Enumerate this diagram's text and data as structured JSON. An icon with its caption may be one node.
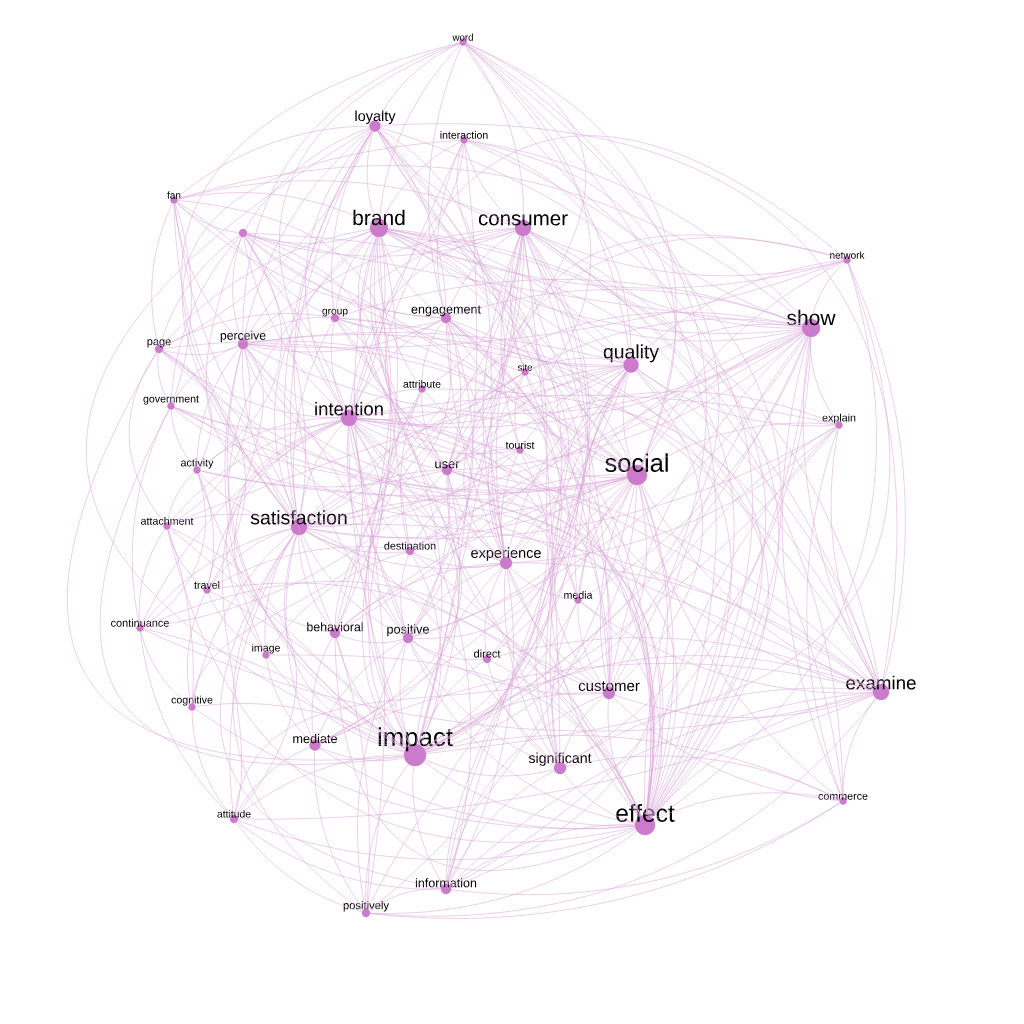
{
  "diagram": {
    "nodes": [
      {
        "text": [
          "word"
        ]
      },
      {
        "text": [
          "loyalty"
        ]
      },
      {
        "text": [
          "interaction"
        ]
      },
      {
        "text": [
          "fan"
        ]
      },
      {
        "text": [],
        "shape": "circle"
      },
      {
        "text": [
          "brand"
        ]
      },
      {
        "text": [
          "consumer"
        ]
      },
      {
        "text": [
          "network"
        ]
      },
      {
        "text": [
          "show"
        ]
      },
      {
        "text": [
          "group"
        ]
      },
      {
        "text": [
          "engagement"
        ]
      },
      {
        "text": [
          "page"
        ]
      },
      {
        "text": [
          "perceive"
        ]
      },
      {
        "text": [
          "quality"
        ]
      },
      {
        "text": [
          "site"
        ]
      },
      {
        "text": [
          "attribute"
        ]
      },
      {
        "text": [
          "government"
        ]
      },
      {
        "text": [
          "intention"
        ]
      },
      {
        "text": [
          "explain"
        ]
      },
      {
        "text": [
          "tourist"
        ]
      },
      {
        "text": [
          "user"
        ]
      },
      {
        "text": [
          "activity"
        ]
      },
      {
        "text": [
          "social"
        ]
      },
      {
        "text": [
          "satisfaction"
        ]
      },
      {
        "text": [
          "attachment"
        ]
      },
      {
        "text": [
          "destination"
        ]
      },
      {
        "text": [
          "experience"
        ]
      },
      {
        "text": [
          "travel"
        ]
      },
      {
        "text": [
          "media"
        ]
      },
      {
        "text": [
          "continuance"
        ]
      },
      {
        "text": [
          "behavioral"
        ]
      },
      {
        "text": [
          "positive"
        ]
      },
      {
        "text": [
          "direct"
        ]
      },
      {
        "text": [
          "image"
        ]
      },
      {
        "text": [
          "customer"
        ]
      },
      {
        "text": [
          "examine"
        ]
      },
      {
        "text": [
          "cognitive"
        ]
      },
      {
        "text": [
          "mediate"
        ]
      },
      {
        "text": [
          "impact"
        ]
      },
      {
        "text": [
          "significant"
        ]
      },
      {
        "text": [
          "commerce"
        ]
      },
      {
        "text": [
          "attitude"
        ]
      },
      {
        "text": [
          "effect"
        ]
      },
      {
        "text": [
          "information"
        ]
      },
      {
        "text": [
          "positively"
        ]
      }
    ],
    "edges": [
      {
        "from": 0,
        "to": 1,
        "arrow": "none"
      },
      {
        "from": 0,
        "to": 5,
        "arrow": "none"
      },
      {
        "from": 0,
        "to": 6,
        "arrow": "none"
      },
      {
        "from": 0,
        "to": 8,
        "arrow": "none"
      },
      {
        "from": 0,
        "to": 10,
        "arrow": "none"
      },
      {
        "from": 0,
        "to": 12,
        "arrow": "none"
      },
      {
        "from": 0,
        "to": 13,
        "arrow": "none"
      },
      {
        "from": 0,
        "to": 17,
        "arrow": "none"
      },
      {
        "from": 0,
        "to": 20,
        "arrow": "none"
      },
      {
        "from": 0,
        "to": 22,
        "arrow": "none"
      },
      {
        "from": 0,
        "to": 23,
        "arrow": "none"
      },
      {
        "from": 0,
        "to": 26,
        "arrow": "none"
      },
      {
        "from": 0,
        "to": 34,
        "arrow": "none"
      },
      {
        "from": 0,
        "to": 38,
        "arrow": "none"
      },
      {
        "from": 0,
        "to": 42,
        "arrow": "none"
      },
      {
        "from": 1,
        "to": 3,
        "arrow": "none"
      },
      {
        "from": 1,
        "to": 4,
        "arrow": "none"
      },
      {
        "from": 1,
        "to": 5,
        "arrow": "none"
      },
      {
        "from": 1,
        "to": 6,
        "arrow": "none"
      },
      {
        "from": 1,
        "to": 8,
        "arrow": "none"
      },
      {
        "from": 1,
        "to": 9,
        "arrow": "none"
      },
      {
        "from": 1,
        "to": 10,
        "arrow": "none"
      },
      {
        "from": 1,
        "to": 11,
        "arrow": "none"
      },
      {
        "from": 1,
        "to": 12,
        "arrow": "none"
      },
      {
        "from": 1,
        "to": 13,
        "arrow": "none"
      },
      {
        "from": 1,
        "to": 17,
        "arrow": "none"
      },
      {
        "from": 1,
        "to": 20,
        "arrow": "none"
      },
      {
        "from": 1,
        "to": 22,
        "arrow": "none"
      },
      {
        "from": 1,
        "to": 23,
        "arrow": "none"
      },
      {
        "from": 1,
        "to": 26,
        "arrow": "none"
      },
      {
        "from": 1,
        "to": 30,
        "arrow": "none"
      },
      {
        "from": 1,
        "to": 31,
        "arrow": "none"
      },
      {
        "from": 1,
        "to": 34,
        "arrow": "none"
      },
      {
        "from": 1,
        "to": 35,
        "arrow": "none"
      },
      {
        "from": 1,
        "to": 38,
        "arrow": "none"
      },
      {
        "from": 1,
        "to": 42,
        "arrow": "none"
      },
      {
        "from": 2,
        "to": 5,
        "arrow": "none"
      },
      {
        "from": 2,
        "to": 6,
        "arrow": "none"
      },
      {
        "from": 2,
        "to": 8,
        "arrow": "none"
      },
      {
        "from": 2,
        "to": 10,
        "arrow": "none"
      },
      {
        "from": 2,
        "to": 13,
        "arrow": "none"
      },
      {
        "from": 2,
        "to": 17,
        "arrow": "none"
      },
      {
        "from": 2,
        "to": 20,
        "arrow": "none"
      },
      {
        "from": 2,
        "to": 22,
        "arrow": "none"
      },
      {
        "from": 2,
        "to": 23,
        "arrow": "none"
      },
      {
        "from": 2,
        "to": 26,
        "arrow": "none"
      },
      {
        "from": 2,
        "to": 38,
        "arrow": "none"
      },
      {
        "from": 2,
        "to": 42,
        "arrow": "none"
      },
      {
        "from": 3,
        "to": 4,
        "arrow": "none"
      },
      {
        "from": 3,
        "to": 5,
        "arrow": "none"
      },
      {
        "from": 3,
        "to": 6,
        "arrow": "none"
      },
      {
        "from": 3,
        "to": 8,
        "arrow": "none"
      },
      {
        "from": 3,
        "to": 10,
        "arrow": "none"
      },
      {
        "from": 3,
        "to": 11,
        "arrow": "none"
      },
      {
        "from": 3,
        "to": 12,
        "arrow": "none"
      },
      {
        "from": 3,
        "to": 16,
        "arrow": "none"
      },
      {
        "from": 3,
        "to": 17,
        "arrow": "none"
      },
      {
        "from": 3,
        "to": 22,
        "arrow": "none"
      },
      {
        "from": 3,
        "to": 23,
        "arrow": "none"
      },
      {
        "from": 3,
        "to": 38,
        "arrow": "none"
      },
      {
        "from": 4,
        "to": 5,
        "arrow": "none"
      },
      {
        "from": 4,
        "to": 6,
        "arrow": "none"
      },
      {
        "from": 4,
        "to": 8,
        "arrow": "none"
      },
      {
        "from": 4,
        "to": 9,
        "arrow": "none"
      },
      {
        "from": 4,
        "to": 10,
        "arrow": "none"
      },
      {
        "from": 4,
        "to": 11,
        "arrow": "none"
      },
      {
        "from": 4,
        "to": 12,
        "arrow": "none"
      },
      {
        "from": 4,
        "to": 13,
        "arrow": "none"
      },
      {
        "from": 4,
        "to": 16,
        "arrow": "none"
      },
      {
        "from": 4,
        "to": 17,
        "arrow": "none"
      },
      {
        "from": 4,
        "to": 20,
        "arrow": "none"
      },
      {
        "from": 4,
        "to": 21,
        "arrow": "none"
      },
      {
        "from": 4,
        "to": 22,
        "arrow": "none"
      },
      {
        "from": 4,
        "to": 23,
        "arrow": "none"
      },
      {
        "from": 4,
        "to": 38,
        "arrow": "none"
      },
      {
        "from": 4,
        "to": 42,
        "arrow": "none"
      },
      {
        "from": 5,
        "to": 6,
        "arrow": "none"
      },
      {
        "from": 5,
        "to": 7,
        "arrow": "none"
      },
      {
        "from": 5,
        "to": 8,
        "arrow": "none"
      },
      {
        "from": 5,
        "to": 9,
        "arrow": "none"
      },
      {
        "from": 5,
        "to": 10,
        "arrow": "none"
      },
      {
        "from": 5,
        "to": 11,
        "arrow": "none"
      },
      {
        "from": 5,
        "to": 12,
        "arrow": "none"
      },
      {
        "from": 5,
        "to": 13,
        "arrow": "none"
      },
      {
        "from": 5,
        "to": 14,
        "arrow": "none"
      },
      {
        "from": 5,
        "to": 15,
        "arrow": "none"
      },
      {
        "from": 5,
        "to": 17,
        "arrow": "none"
      },
      {
        "from": 5,
        "to": 19,
        "arrow": "none"
      },
      {
        "from": 5,
        "to": 20,
        "arrow": "none"
      },
      {
        "from": 5,
        "to": 22,
        "arrow": "none"
      },
      {
        "from": 5,
        "to": 23,
        "arrow": "none"
      },
      {
        "from": 5,
        "to": 25,
        "arrow": "none"
      },
      {
        "from": 5,
        "to": 26,
        "arrow": "none"
      },
      {
        "from": 5,
        "to": 30,
        "arrow": "none"
      },
      {
        "from": 5,
        "to": 31,
        "arrow": "none"
      },
      {
        "from": 5,
        "to": 34,
        "arrow": "none"
      },
      {
        "from": 5,
        "to": 35,
        "arrow": "none"
      },
      {
        "from": 5,
        "to": 37,
        "arrow": "none"
      },
      {
        "from": 5,
        "to": 38,
        "arrow": "none"
      },
      {
        "from": 5,
        "to": 39,
        "arrow": "none"
      },
      {
        "from": 5,
        "to": 42,
        "arrow": "none"
      },
      {
        "from": 5,
        "to": 44,
        "arrow": "none"
      },
      {
        "from": 6,
        "to": 7,
        "arrow": "none"
      },
      {
        "from": 6,
        "to": 8,
        "arrow": "none"
      },
      {
        "from": 6,
        "to": 9,
        "arrow": "none"
      },
      {
        "from": 6,
        "to": 10,
        "arrow": "none"
      },
      {
        "from": 6,
        "to": 12,
        "arrow": "none"
      },
      {
        "from": 6,
        "to": 13,
        "arrow": "none"
      },
      {
        "from": 6,
        "to": 14,
        "arrow": "none"
      },
      {
        "from": 6,
        "to": 15,
        "arrow": "none"
      },
      {
        "from": 6,
        "to": 17,
        "arrow": "none"
      },
      {
        "from": 6,
        "to": 19,
        "arrow": "none"
      },
      {
        "from": 6,
        "to": 20,
        "arrow": "none"
      },
      {
        "from": 6,
        "to": 22,
        "arrow": "none"
      },
      {
        "from": 6,
        "to": 23,
        "arrow": "none"
      },
      {
        "from": 6,
        "to": 26,
        "arrow": "none"
      },
      {
        "from": 6,
        "to": 28,
        "arrow": "none"
      },
      {
        "from": 6,
        "to": 31,
        "arrow": "none"
      },
      {
        "from": 6,
        "to": 32,
        "arrow": "none"
      },
      {
        "from": 6,
        "to": 34,
        "arrow": "none"
      },
      {
        "from": 6,
        "to": 35,
        "arrow": "none"
      },
      {
        "from": 6,
        "to": 38,
        "arrow": "none"
      },
      {
        "from": 6,
        "to": 39,
        "arrow": "none"
      },
      {
        "from": 6,
        "to": 40,
        "arrow": "none"
      },
      {
        "from": 6,
        "to": 42,
        "arrow": "none"
      },
      {
        "from": 6,
        "to": 43,
        "arrow": "none"
      },
      {
        "from": 7,
        "to": 8,
        "arrow": "none"
      },
      {
        "from": 7,
        "to": 12,
        "arrow": "none"
      },
      {
        "from": 7,
        "to": 13,
        "arrow": "none"
      },
      {
        "from": 7,
        "to": 17,
        "arrow": "none"
      },
      {
        "from": 7,
        "to": 20,
        "arrow": "none"
      },
      {
        "from": 7,
        "to": 22,
        "arrow": "none"
      },
      {
        "from": 7,
        "to": 26,
        "arrow": "none"
      },
      {
        "from": 7,
        "to": 35,
        "arrow": "none"
      },
      {
        "from": 7,
        "to": 38,
        "arrow": "none"
      },
      {
        "from": 7,
        "to": 42,
        "arrow": "none"
      },
      {
        "from": 8,
        "to": 9,
        "arrow": "none"
      },
      {
        "from": 8,
        "to": 10,
        "arrow": "none"
      },
      {
        "from": 8,
        "to": 12,
        "arrow": "none"
      },
      {
        "from": 8,
        "to": 13,
        "arrow": "none"
      },
      {
        "from": 8,
        "to": 14,
        "arrow": "none"
      },
      {
        "from": 8,
        "to": 17,
        "arrow": "none"
      },
      {
        "from": 8,
        "to": 18,
        "arrow": "none"
      },
      {
        "from": 8,
        "to": 20,
        "arrow": "none"
      },
      {
        "from": 8,
        "to": 22,
        "arrow": "none"
      },
      {
        "from": 8,
        "to": 23,
        "arrow": "none"
      },
      {
        "from": 8,
        "to": 25,
        "arrow": "none"
      },
      {
        "from": 8,
        "to": 26,
        "arrow": "none"
      },
      {
        "from": 8,
        "to": 28,
        "arrow": "none"
      },
      {
        "from": 8,
        "to": 30,
        "arrow": "none"
      },
      {
        "from": 8,
        "to": 31,
        "arrow": "none"
      },
      {
        "from": 8,
        "to": 34,
        "arrow": "none"
      },
      {
        "from": 8,
        "to": 35,
        "arrow": "none"
      },
      {
        "from": 8,
        "to": 38,
        "arrow": "none"
      },
      {
        "from": 8,
        "to": 39,
        "arrow": "none"
      },
      {
        "from": 8,
        "to": 40,
        "arrow": "none"
      },
      {
        "from": 8,
        "to": 42,
        "arrow": "none"
      },
      {
        "from": 8,
        "to": 43,
        "arrow": "none"
      },
      {
        "from": 9,
        "to": 10,
        "arrow": "none"
      },
      {
        "from": 9,
        "to": 11,
        "arrow": "none"
      },
      {
        "from": 9,
        "to": 12,
        "arrow": "none"
      },
      {
        "from": 9,
        "to": 17,
        "arrow": "none"
      },
      {
        "from": 9,
        "to": 20,
        "arrow": "none"
      },
      {
        "from": 9,
        "to": 22,
        "arrow": "none"
      },
      {
        "from": 9,
        "to": 23,
        "arrow": "none"
      },
      {
        "from": 9,
        "to": 26,
        "arrow": "none"
      },
      {
        "from": 9,
        "to": 30,
        "arrow": "none"
      },
      {
        "from": 9,
        "to": 38,
        "arrow": "none"
      },
      {
        "from": 9,
        "to": 42,
        "arrow": "none"
      },
      {
        "from": 10,
        "to": 12,
        "arrow": "none"
      },
      {
        "from": 10,
        "to": 13,
        "arrow": "none"
      },
      {
        "from": 10,
        "to": 14,
        "arrow": "none"
      },
      {
        "from": 10,
        "to": 15,
        "arrow": "none"
      },
      {
        "from": 10,
        "to": 17,
        "arrow": "none"
      },
      {
        "from": 10,
        "to": 20,
        "arrow": "none"
      },
      {
        "from": 10,
        "to": 22,
        "arrow": "none"
      },
      {
        "from": 10,
        "to": 23,
        "arrow": "none"
      },
      {
        "from": 10,
        "to": 26,
        "arrow": "none"
      },
      {
        "from": 10,
        "to": 31,
        "arrow": "none"
      },
      {
        "from": 10,
        "to": 34,
        "arrow": "none"
      },
      {
        "from": 10,
        "to": 35,
        "arrow": "none"
      },
      {
        "from": 10,
        "to": 38,
        "arrow": "none"
      },
      {
        "from": 10,
        "to": 42,
        "arrow": "none"
      },
      {
        "from": 10,
        "to": 43,
        "arrow": "none"
      },
      {
        "from": 11,
        "to": 12,
        "arrow": "none"
      },
      {
        "from": 11,
        "to": 16,
        "arrow": "none"
      },
      {
        "from": 11,
        "to": 17,
        "arrow": "none"
      },
      {
        "from": 11,
        "to": 21,
        "arrow": "none"
      },
      {
        "from": 11,
        "to": 22,
        "arrow": "none"
      },
      {
        "from": 11,
        "to": 23,
        "arrow": "none"
      },
      {
        "from": 11,
        "to": 24,
        "arrow": "none"
      },
      {
        "from": 11,
        "to": 27,
        "arrow": "none"
      },
      {
        "from": 11,
        "to": 38,
        "arrow": "none"
      },
      {
        "from": 11,
        "to": 42,
        "arrow": "none"
      },
      {
        "from": 12,
        "to": 13,
        "arrow": "none"
      },
      {
        "from": 12,
        "to": 16,
        "arrow": "none"
      },
      {
        "from": 12,
        "to": 17,
        "arrow": "none"
      },
      {
        "from": 12,
        "to": 20,
        "arrow": "none"
      },
      {
        "from": 12,
        "to": 21,
        "arrow": "none"
      },
      {
        "from": 12,
        "to": 22,
        "arrow": "none"
      },
      {
        "from": 12,
        "to": 23,
        "arrow": "none"
      },
      {
        "from": 12,
        "to": 24,
        "arrow": "none"
      },
      {
        "from": 12,
        "to": 26,
        "arrow": "none"
      },
      {
        "from": 12,
        "to": 30,
        "arrow": "none"
      },
      {
        "from": 12,
        "to": 31,
        "arrow": "none"
      },
      {
        "from": 12,
        "to": 33,
        "arrow": "none"
      },
      {
        "from": 12,
        "to": 35,
        "arrow": "none"
      },
      {
        "from": 12,
        "to": 38,
        "arrow": "none"
      },
      {
        "from": 12,
        "to": 42,
        "arrow": "none"
      },
      {
        "from": 13,
        "to": 14,
        "arrow": "none"
      },
      {
        "from": 13,
        "to": 17,
        "arrow": "none"
      },
      {
        "from": 13,
        "to": 18,
        "arrow": "none"
      },
      {
        "from": 13,
        "to": 19,
        "arrow": "none"
      },
      {
        "from": 13,
        "to": 20,
        "arrow": "none"
      },
      {
        "from": 13,
        "to": 22,
        "arrow": "none"
      },
      {
        "from": 13,
        "to": 23,
        "arrow": "none"
      },
      {
        "from": 13,
        "to": 24,
        "arrow": "none"
      },
      {
        "from": 13,
        "to": 25,
        "arrow": "none"
      },
      {
        "from": 13,
        "to": 26,
        "arrow": "none"
      },
      {
        "from": 13,
        "to": 28,
        "arrow": "none"
      },
      {
        "from": 13,
        "to": 30,
        "arrow": "none"
      },
      {
        "from": 13,
        "to": 31,
        "arrow": "none"
      },
      {
        "from": 13,
        "to": 34,
        "arrow": "none"
      },
      {
        "from": 13,
        "to": 35,
        "arrow": "none"
      },
      {
        "from": 13,
        "to": 38,
        "arrow": "none"
      },
      {
        "from": 13,
        "to": 39,
        "arrow": "none"
      },
      {
        "from": 13,
        "to": 40,
        "arrow": "none"
      },
      {
        "from": 13,
        "to": 42,
        "arrow": "none"
      },
      {
        "from": 13,
        "to": 43,
        "arrow": "none"
      },
      {
        "from": 14,
        "to": 17,
        "arrow": "none"
      },
      {
        "from": 14,
        "to": 19,
        "arrow": "none"
      },
      {
        "from": 14,
        "to": 20,
        "arrow": "none"
      },
      {
        "from": 14,
        "to": 22,
        "arrow": "none"
      },
      {
        "from": 14,
        "to": 26,
        "arrow": "none"
      },
      {
        "from": 14,
        "to": 35,
        "arrow": "none"
      },
      {
        "from": 14,
        "to": 38,
        "arrow": "none"
      },
      {
        "from": 14,
        "to": 42,
        "arrow": "none"
      },
      {
        "from": 15,
        "to": 17,
        "arrow": "none"
      },
      {
        "from": 15,
        "to": 20,
        "arrow": "none"
      },
      {
        "from": 15,
        "to": 23,
        "arrow": "none"
      },
      {
        "from": 15,
        "to": 25,
        "arrow": "none"
      },
      {
        "from": 15,
        "to": 26,
        "arrow": "none"
      },
      {
        "from": 15,
        "to": 38,
        "arrow": "none"
      },
      {
        "from": 15,
        "to": 42,
        "arrow": "none"
      },
      {
        "from": 16,
        "to": 17,
        "arrow": "none"
      },
      {
        "from": 16,
        "to": 21,
        "arrow": "none"
      },
      {
        "from": 16,
        "to": 22,
        "arrow": "none"
      },
      {
        "from": 16,
        "to": 23,
        "arrow": "none"
      },
      {
        "from": 16,
        "to": 29,
        "arrow": "none"
      },
      {
        "from": 16,
        "to": 35,
        "arrow": "none"
      },
      {
        "from": 16,
        "to": 38,
        "arrow": "none"
      },
      {
        "from": 16,
        "to": 42,
        "arrow": "none"
      },
      {
        "from": 17,
        "to": 18,
        "arrow": "none"
      },
      {
        "from": 17,
        "to": 19,
        "arrow": "none"
      },
      {
        "from": 17,
        "to": 20,
        "arrow": "none"
      },
      {
        "from": 17,
        "to": 21,
        "arrow": "none"
      },
      {
        "from": 17,
        "to": 22,
        "arrow": "none"
      },
      {
        "from": 17,
        "to": 23,
        "arrow": "none"
      },
      {
        "from": 17,
        "to": 24,
        "arrow": "none"
      },
      {
        "from": 17,
        "to": 25,
        "arrow": "none"
      },
      {
        "from": 17,
        "to": 26,
        "arrow": "none"
      },
      {
        "from": 17,
        "to": 27,
        "arrow": "none"
      },
      {
        "from": 17,
        "to": 28,
        "arrow": "none"
      },
      {
        "from": 17,
        "to": 29,
        "arrow": "none"
      },
      {
        "from": 17,
        "to": 30,
        "arrow": "none"
      },
      {
        "from": 17,
        "to": 31,
        "arrow": "none"
      },
      {
        "from": 17,
        "to": 33,
        "arrow": "none"
      },
      {
        "from": 17,
        "to": 34,
        "arrow": "none"
      },
      {
        "from": 17,
        "to": 35,
        "arrow": "none"
      },
      {
        "from": 17,
        "to": 36,
        "arrow": "none"
      },
      {
        "from": 17,
        "to": 37,
        "arrow": "none"
      },
      {
        "from": 17,
        "to": 38,
        "arrow": "none"
      },
      {
        "from": 17,
        "to": 39,
        "arrow": "none"
      },
      {
        "from": 17,
        "to": 41,
        "arrow": "none"
      },
      {
        "from": 17,
        "to": 42,
        "arrow": "none"
      },
      {
        "from": 17,
        "to": 43,
        "arrow": "none"
      },
      {
        "from": 17,
        "to": 44,
        "arrow": "none"
      },
      {
        "from": 18,
        "to": 20,
        "arrow": "none"
      },
      {
        "from": 18,
        "to": 22,
        "arrow": "none"
      },
      {
        "from": 18,
        "to": 23,
        "arrow": "none"
      },
      {
        "from": 18,
        "to": 26,
        "arrow": "none"
      },
      {
        "from": 18,
        "to": 34,
        "arrow": "none"
      },
      {
        "from": 18,
        "to": 35,
        "arrow": "none"
      },
      {
        "from": 18,
        "to": 38,
        "arrow": "none"
      },
      {
        "from": 18,
        "to": 40,
        "arrow": "none"
      },
      {
        "from": 18,
        "to": 42,
        "arrow": "none"
      },
      {
        "from": 19,
        "to": 20,
        "arrow": "none"
      },
      {
        "from": 19,
        "to": 22,
        "arrow": "none"
      },
      {
        "from": 19,
        "to": 23,
        "arrow": "none"
      },
      {
        "from": 19,
        "to": 25,
        "arrow": "none"
      },
      {
        "from": 19,
        "to": 26,
        "arrow": "none"
      },
      {
        "from": 19,
        "to": 38,
        "arrow": "none"
      },
      {
        "from": 19,
        "to": 42,
        "arrow": "none"
      },
      {
        "from": 20,
        "to": 22,
        "arrow": "none"
      },
      {
        "from": 20,
        "to": 23,
        "arrow": "none"
      },
      {
        "from": 20,
        "to": 26,
        "arrow": "none"
      },
      {
        "from": 20,
        "to": 28,
        "arrow": "none"
      },
      {
        "from": 20,
        "to": 29,
        "arrow": "none"
      },
      {
        "from": 20,
        "to": 31,
        "arrow": "none"
      },
      {
        "from": 20,
        "to": 34,
        "arrow": "none"
      },
      {
        "from": 20,
        "to": 35,
        "arrow": "none"
      },
      {
        "from": 20,
        "to": 38,
        "arrow": "none"
      },
      {
        "from": 20,
        "to": 42,
        "arrow": "none"
      },
      {
        "from": 21,
        "to": 22,
        "arrow": "none"
      },
      {
        "from": 21,
        "to": 23,
        "arrow": "none"
      },
      {
        "from": 21,
        "to": 24,
        "arrow": "none"
      },
      {
        "from": 21,
        "to": 27,
        "arrow": "none"
      },
      {
        "from": 21,
        "to": 29,
        "arrow": "none"
      },
      {
        "from": 21,
        "to": 38,
        "arrow": "none"
      },
      {
        "from": 21,
        "to": 42,
        "arrow": "none"
      },
      {
        "from": 22,
        "to": 23,
        "arrow": "none"
      },
      {
        "from": 22,
        "to": 25,
        "arrow": "none"
      },
      {
        "from": 22,
        "to": 26,
        "arrow": "none"
      },
      {
        "from": 22,
        "to": 28,
        "arrow": "none"
      },
      {
        "from": 22,
        "to": 30,
        "arrow": "none"
      },
      {
        "from": 22,
        "to": 31,
        "arrow": "none"
      },
      {
        "from": 22,
        "to": 32,
        "arrow": "none"
      },
      {
        "from": 22,
        "to": 34,
        "arrow": "none"
      },
      {
        "from": 22,
        "to": 35,
        "arrow": "none"
      },
      {
        "from": 22,
        "to": 37,
        "arrow": "none"
      },
      {
        "from": 22,
        "to": 38,
        "arrow": "none"
      },
      {
        "from": 22,
        "to": 39,
        "arrow": "none"
      },
      {
        "from": 22,
        "to": 40,
        "arrow": "none"
      },
      {
        "from": 22,
        "to": 41,
        "arrow": "none"
      },
      {
        "from": 22,
        "to": 42,
        "arrow": "none"
      },
      {
        "from": 22,
        "to": 43,
        "arrow": "none"
      },
      {
        "from": 22,
        "to": 44,
        "arrow": "none"
      },
      {
        "from": 23,
        "to": 24,
        "arrow": "none"
      },
      {
        "from": 23,
        "to": 25,
        "arrow": "none"
      },
      {
        "from": 23,
        "to": 26,
        "arrow": "none"
      },
      {
        "from": 23,
        "to": 27,
        "arrow": "none"
      },
      {
        "from": 23,
        "to": 29,
        "arrow": "none"
      },
      {
        "from": 23,
        "to": 30,
        "arrow": "none"
      },
      {
        "from": 23,
        "to": 31,
        "arrow": "none"
      },
      {
        "from": 23,
        "to": 33,
        "arrow": "none"
      },
      {
        "from": 23,
        "to": 34,
        "arrow": "none"
      },
      {
        "from": 23,
        "to": 35,
        "arrow": "none"
      },
      {
        "from": 23,
        "to": 36,
        "arrow": "none"
      },
      {
        "from": 23,
        "to": 37,
        "arrow": "none"
      },
      {
        "from": 23,
        "to": 38,
        "arrow": "none"
      },
      {
        "from": 23,
        "to": 39,
        "arrow": "none"
      },
      {
        "from": 23,
        "to": 41,
        "arrow": "none"
      },
      {
        "from": 23,
        "to": 42,
        "arrow": "none"
      },
      {
        "from": 23,
        "to": 43,
        "arrow": "none"
      },
      {
        "from": 23,
        "to": 44,
        "arrow": "none"
      },
      {
        "from": 24,
        "to": 27,
        "arrow": "none"
      },
      {
        "from": 24,
        "to": 29,
        "arrow": "none"
      },
      {
        "from": 24,
        "to": 36,
        "arrow": "none"
      },
      {
        "from": 24,
        "to": 38,
        "arrow": "none"
      },
      {
        "from": 24,
        "to": 41,
        "arrow": "none"
      },
      {
        "from": 24,
        "to": 42,
        "arrow": "none"
      },
      {
        "from": 25,
        "to": 26,
        "arrow": "none"
      },
      {
        "from": 25,
        "to": 27,
        "arrow": "none"
      },
      {
        "from": 25,
        "to": 31,
        "arrow": "none"
      },
      {
        "from": 25,
        "to": 33,
        "arrow": "none"
      },
      {
        "from": 25,
        "to": 38,
        "arrow": "none"
      },
      {
        "from": 25,
        "to": 42,
        "arrow": "none"
      },
      {
        "from": 26,
        "to": 28,
        "arrow": "none"
      },
      {
        "from": 26,
        "to": 30,
        "arrow": "none"
      },
      {
        "from": 26,
        "to": 31,
        "arrow": "none"
      },
      {
        "from": 26,
        "to": 32,
        "arrow": "none"
      },
      {
        "from": 26,
        "to": 34,
        "arrow": "none"
      },
      {
        "from": 26,
        "to": 35,
        "arrow": "none"
      },
      {
        "from": 26,
        "to": 38,
        "arrow": "none"
      },
      {
        "from": 26,
        "to": 39,
        "arrow": "none"
      },
      {
        "from": 26,
        "to": 42,
        "arrow": "none"
      },
      {
        "from": 26,
        "to": 43,
        "arrow": "none"
      },
      {
        "from": 27,
        "to": 33,
        "arrow": "none"
      },
      {
        "from": 27,
        "to": 36,
        "arrow": "none"
      },
      {
        "from": 27,
        "to": 38,
        "arrow": "none"
      },
      {
        "from": 27,
        "to": 42,
        "arrow": "none"
      },
      {
        "from": 28,
        "to": 34,
        "arrow": "none"
      },
      {
        "from": 28,
        "to": 35,
        "arrow": "none"
      },
      {
        "from": 28,
        "to": 38,
        "arrow": "none"
      },
      {
        "from": 28,
        "to": 39,
        "arrow": "none"
      },
      {
        "from": 28,
        "to": 42,
        "arrow": "none"
      },
      {
        "from": 29,
        "to": 35,
        "arrow": "none"
      },
      {
        "from": 29,
        "to": 36,
        "arrow": "none"
      },
      {
        "from": 29,
        "to": 38,
        "arrow": "none"
      },
      {
        "from": 29,
        "to": 41,
        "arrow": "none"
      },
      {
        "from": 29,
        "to": 42,
        "arrow": "none"
      },
      {
        "from": 30,
        "to": 31,
        "arrow": "none"
      },
      {
        "from": 30,
        "to": 37,
        "arrow": "none"
      },
      {
        "from": 30,
        "to": 38,
        "arrow": "none"
      },
      {
        "from": 30,
        "to": 42,
        "arrow": "none"
      },
      {
        "from": 30,
        "to": 44,
        "arrow": "none"
      },
      {
        "from": 31,
        "to": 32,
        "arrow": "none"
      },
      {
        "from": 31,
        "to": 34,
        "arrow": "none"
      },
      {
        "from": 31,
        "to": 37,
        "arrow": "none"
      },
      {
        "from": 31,
        "to": 38,
        "arrow": "none"
      },
      {
        "from": 31,
        "to": 39,
        "arrow": "none"
      },
      {
        "from": 31,
        "to": 42,
        "arrow": "none"
      },
      {
        "from": 31,
        "to": 44,
        "arrow": "none"
      },
      {
        "from": 32,
        "to": 35,
        "arrow": "none"
      },
      {
        "from": 32,
        "to": 38,
        "arrow": "none"
      },
      {
        "from": 32,
        "to": 39,
        "arrow": "none"
      },
      {
        "from": 32,
        "to": 42,
        "arrow": "none"
      },
      {
        "from": 33,
        "to": 37,
        "arrow": "none"
      },
      {
        "from": 33,
        "to": 38,
        "arrow": "none"
      },
      {
        "from": 33,
        "to": 42,
        "arrow": "none"
      },
      {
        "from": 34,
        "to": 35,
        "arrow": "none"
      },
      {
        "from": 34,
        "to": 38,
        "arrow": "none"
      },
      {
        "from": 34,
        "to": 39,
        "arrow": "none"
      },
      {
        "from": 34,
        "to": 40,
        "arrow": "none"
      },
      {
        "from": 34,
        "to": 42,
        "arrow": "none"
      },
      {
        "from": 34,
        "to": 43,
        "arrow": "none"
      },
      {
        "from": 35,
        "to": 37,
        "arrow": "none"
      },
      {
        "from": 35,
        "to": 38,
        "arrow": "none"
      },
      {
        "from": 35,
        "to": 39,
        "arrow": "none"
      },
      {
        "from": 35,
        "to": 40,
        "arrow": "none"
      },
      {
        "from": 35,
        "to": 41,
        "arrow": "none"
      },
      {
        "from": 35,
        "to": 42,
        "arrow": "none"
      },
      {
        "from": 35,
        "to": 43,
        "arrow": "none"
      },
      {
        "from": 35,
        "to": 44,
        "arrow": "none"
      },
      {
        "from": 36,
        "to": 38,
        "arrow": "none"
      },
      {
        "from": 36,
        "to": 41,
        "arrow": "none"
      },
      {
        "from": 36,
        "to": 42,
        "arrow": "none"
      },
      {
        "from": 37,
        "to": 38,
        "arrow": "none"
      },
      {
        "from": 37,
        "to": 41,
        "arrow": "none"
      },
      {
        "from": 37,
        "to": 42,
        "arrow": "none"
      },
      {
        "from": 37,
        "to": 44,
        "arrow": "none"
      },
      {
        "from": 38,
        "to": 39,
        "arrow": "none"
      },
      {
        "from": 38,
        "to": 40,
        "arrow": "none"
      },
      {
        "from": 38,
        "to": 41,
        "arrow": "none"
      },
      {
        "from": 38,
        "to": 42,
        "arrow": "none"
      },
      {
        "from": 38,
        "to": 43,
        "arrow": "none"
      },
      {
        "from": 38,
        "to": 44,
        "arrow": "none"
      },
      {
        "from": 39,
        "to": 40,
        "arrow": "none"
      },
      {
        "from": 39,
        "to": 42,
        "arrow": "none"
      },
      {
        "from": 39,
        "to": 43,
        "arrow": "none"
      },
      {
        "from": 40,
        "to": 42,
        "arrow": "none"
      },
      {
        "from": 40,
        "to": 43,
        "arrow": "none"
      },
      {
        "from": 40,
        "to": 44,
        "arrow": "none"
      },
      {
        "from": 41,
        "to": 42,
        "arrow": "none"
      },
      {
        "from": 41,
        "to": 43,
        "arrow": "none"
      },
      {
        "from": 41,
        "to": 44,
        "arrow": "none"
      },
      {
        "from": 42,
        "to": 43,
        "arrow": "none"
      },
      {
        "from": 42,
        "to": 44,
        "arrow": "none"
      },
      {
        "from": 43,
        "to": 44,
        "arrow": "none"
      }
    ]
  }
}
